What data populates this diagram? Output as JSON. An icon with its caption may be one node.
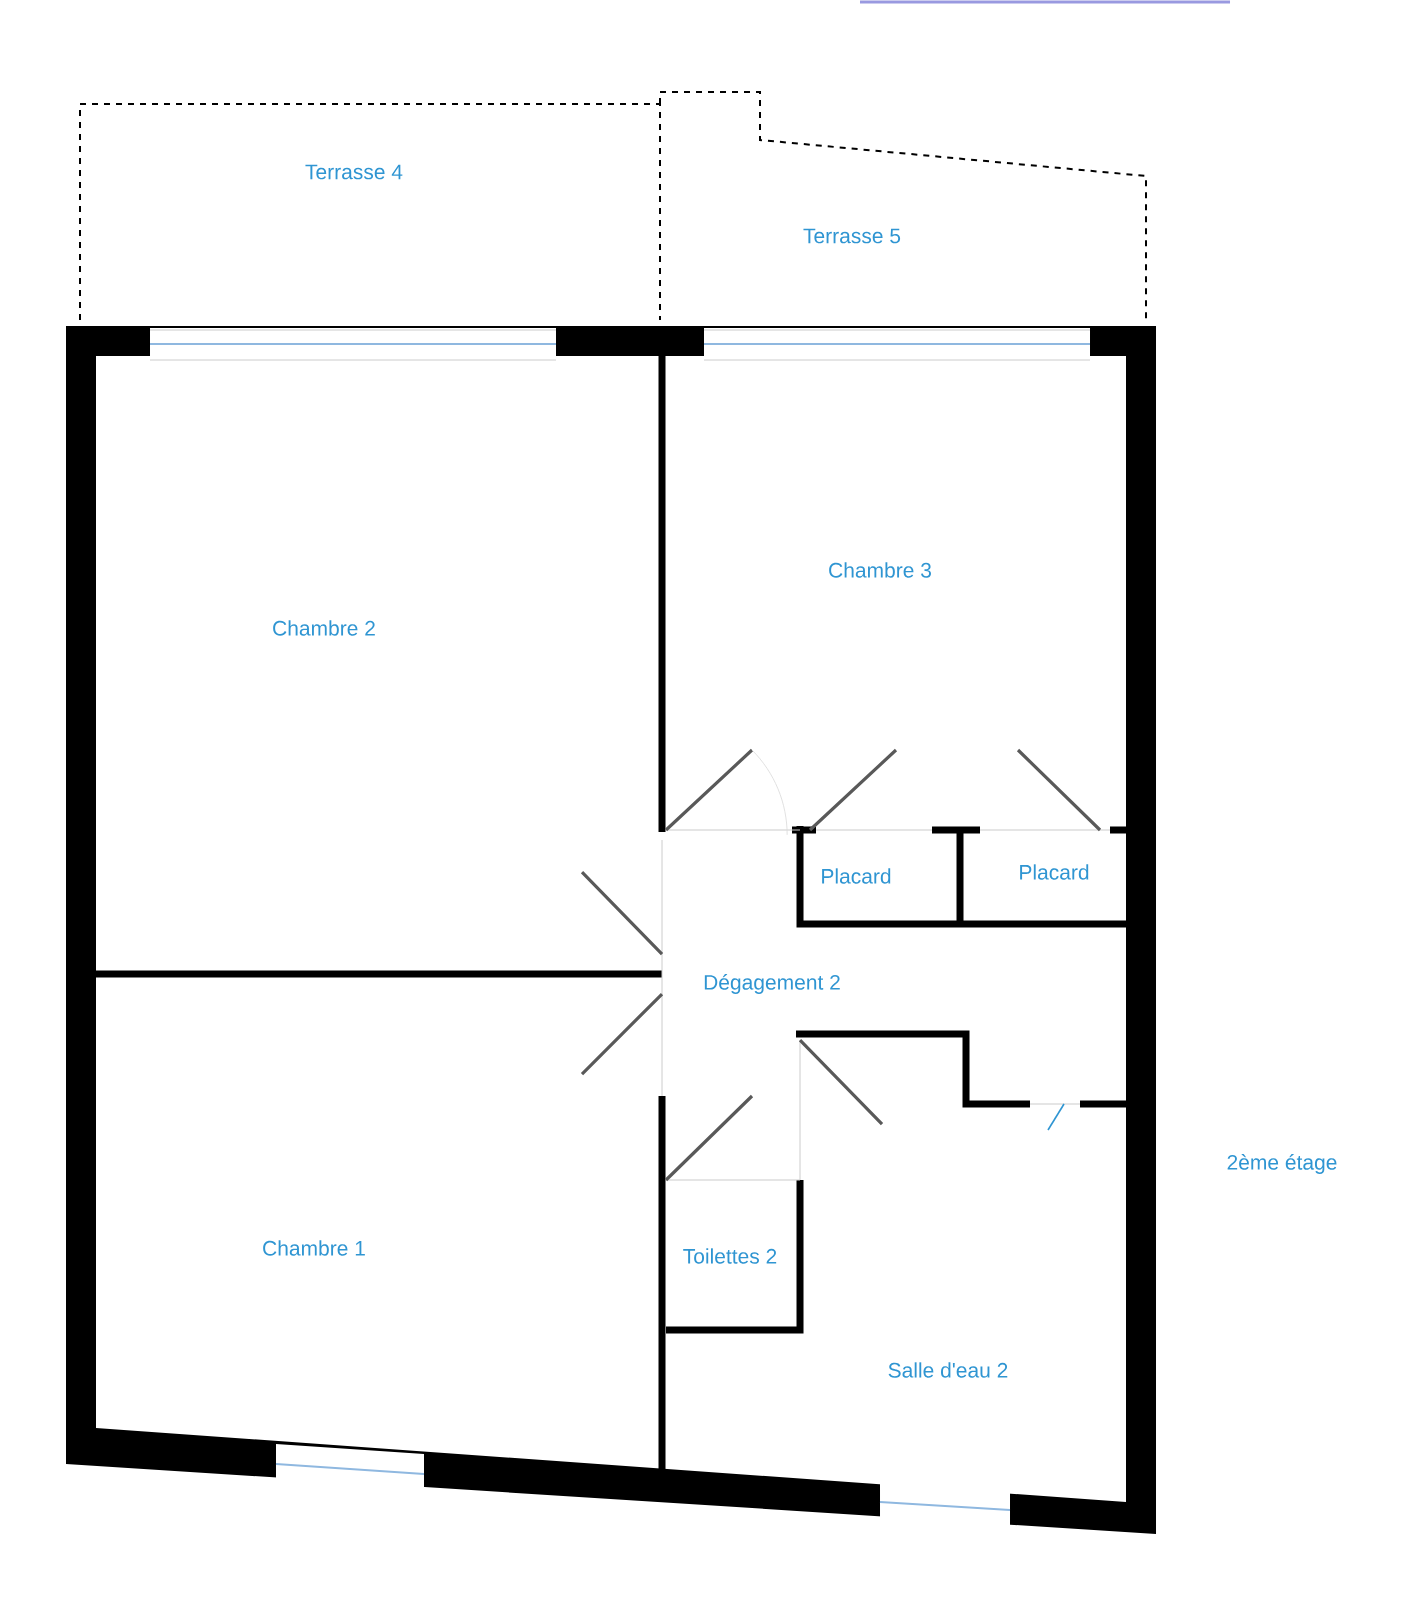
{
  "diagram": {
    "labels": [
      "Terrasse 4",
      "Terrasse 5",
      "Chambre 3",
      "Chambre 2",
      "Placard",
      "Placard",
      "Dégagement 2",
      "2ème étage",
      "Chambre 1",
      "Toilettes 2",
      "Salle d'eau 2"
    ]
  }
}
